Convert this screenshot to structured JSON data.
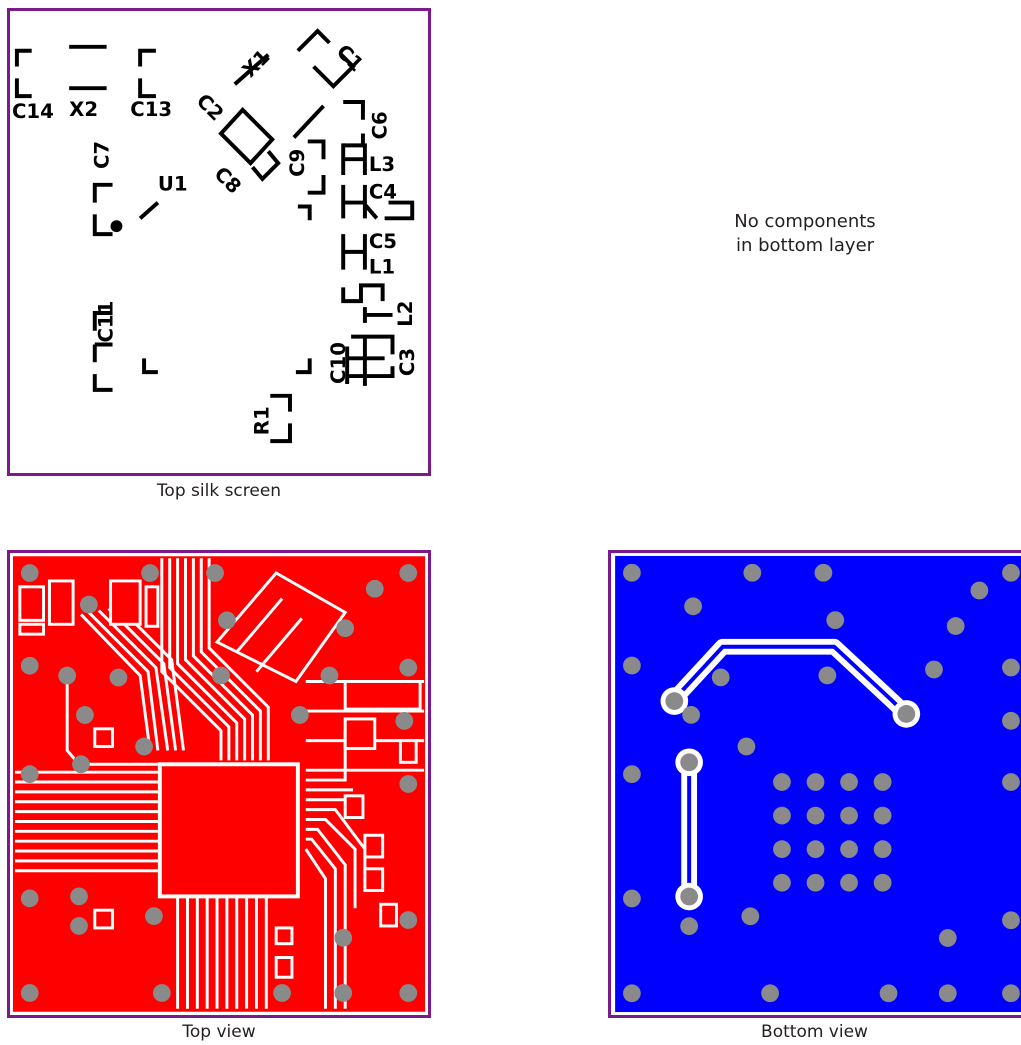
{
  "captions": {
    "silk": "Top silk screen",
    "top": "Top view",
    "bottom": "Bottom view"
  },
  "note": {
    "line1": "No components",
    "line2": "in bottom layer"
  },
  "designators": {
    "C14": "C14",
    "X2": "X2",
    "C13": "C13",
    "X1": "X1",
    "C1": "C1",
    "C2": "C2",
    "C6": "C6",
    "C9": "C9",
    "C8": "C8",
    "C7": "C7",
    "U1": "U1",
    "L3": "L3",
    "C4": "C4",
    "C5": "C5",
    "L1": "L1",
    "L2": "L2",
    "C11": "C11",
    "C10": "C10",
    "C3": "C3",
    "R1": "R1"
  },
  "colors": {
    "frame": "#7a1a8c",
    "top_copper": "#ff0000",
    "bottom_copper": "#0000ff",
    "via": "#8a8a8a",
    "silk": "#000000"
  }
}
